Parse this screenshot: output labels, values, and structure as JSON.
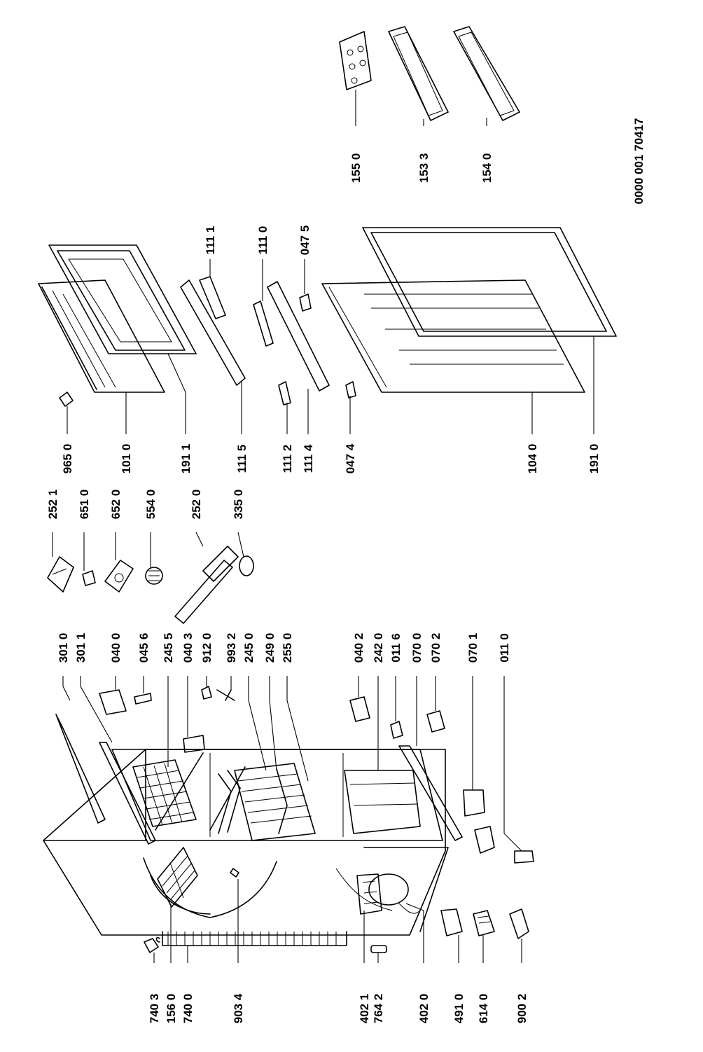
{
  "drawing": {
    "reference_number": "0000 001 70417",
    "parts": {
      "p7403": "740 3",
      "p1560": "156 0",
      "p7400": "740 0",
      "p9034": "903 4",
      "p4021": "402 1",
      "p7642": "764 2",
      "p4020": "402 0",
      "p4910": "491 0",
      "p6140": "614 0",
      "p9002": "900 2",
      "p3010": "301 0",
      "p3011": "301 1",
      "p0400": "040 0",
      "p0456": "045 6",
      "p2455": "245 5",
      "p0403": "040 3",
      "p9120": "912 0",
      "p9932": "993 2",
      "p2450": "245 0",
      "p2490": "249 0",
      "p2550": "255 0",
      "p0402": "040 2",
      "p2420": "242 0",
      "p0116": "011 6",
      "p0700": "070 0",
      "p0702": "070 2",
      "p0701": "070 1",
      "p0110": "011 0",
      "p2521": "252 1",
      "p6510": "651 0",
      "p6520": "652 0",
      "p5540": "554 0",
      "p2520": "252 0",
      "p3350": "335 0",
      "p9650": "965 0",
      "p1010": "101 0",
      "p1911": "191 1",
      "p1115": "111 5",
      "p1112": "111 2",
      "p1114": "111 4",
      "p0474": "047 4",
      "p1040": "104 0",
      "p1910": "191 0",
      "p1111": "111 1",
      "p1110": "111 0",
      "p0475": "047 5",
      "p1550": "155 0",
      "p1533": "153 3",
      "p1540": "154 0"
    }
  }
}
